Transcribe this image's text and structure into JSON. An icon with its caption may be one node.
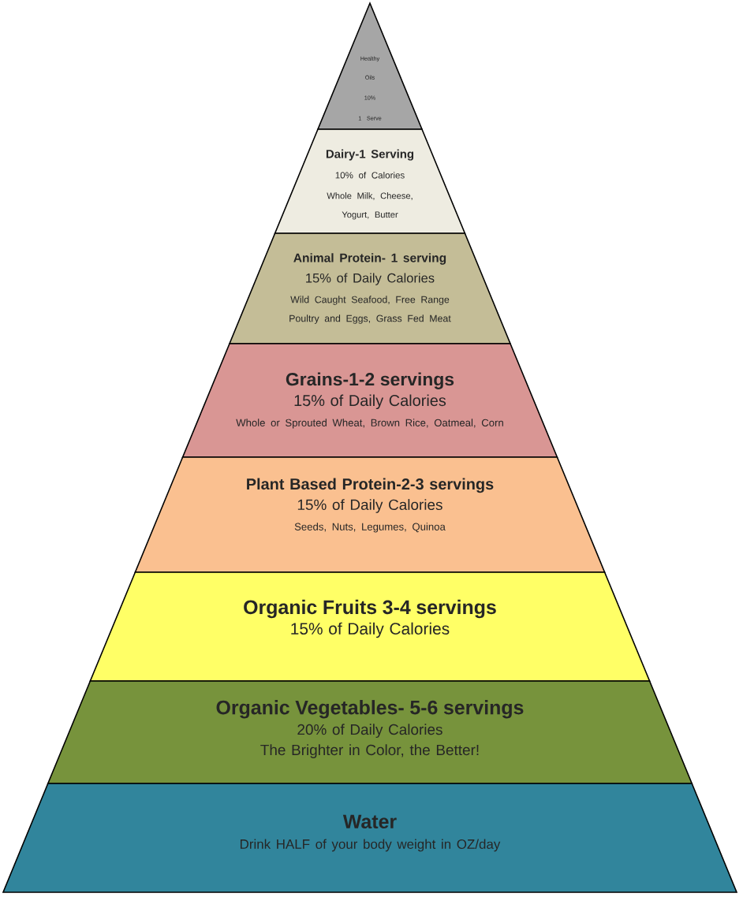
{
  "diagram": {
    "nodes": [
      {
        "text": [
          "Healthy Oils",
          "10%",
          "1 Serve"
        ]
      },
      {
        "text": [
          "Dairy-1 Serving",
          "10% of Calories",
          "Whole Milk, Cheese, Yogurt, Butter"
        ]
      },
      {
        "text": [
          "Animal Protein- 1 serving",
          "15% of Daily Calories",
          "Wild Caught Seafood, Free Range Poultry and Eggs, Grass Fed Meat"
        ]
      },
      {
        "text": [
          "Grains-1-2 servings",
          "15% of Daily Calories",
          "Whole or Sprouted Wheat, Brown Rice, Oatmeal, Corn"
        ]
      },
      {
        "text": [
          "Plant Based Protein-2-3 servings",
          "15% of Daily Calories",
          "Seeds, Nuts, Legumes, Quinoa"
        ]
      },
      {
        "text": [
          "Organic Fruits 3-4 servings",
          "15% of Daily Calories"
        ]
      },
      {
        "text": [
          "Organic Vegetables- 5-6 servings",
          "20% of Daily Calories",
          "The Brighter in Color, the Better!"
        ]
      },
      {
        "text": [
          "Water",
          "Drink HALF of your body weight in OZ/day"
        ]
      }
    ]
  }
}
